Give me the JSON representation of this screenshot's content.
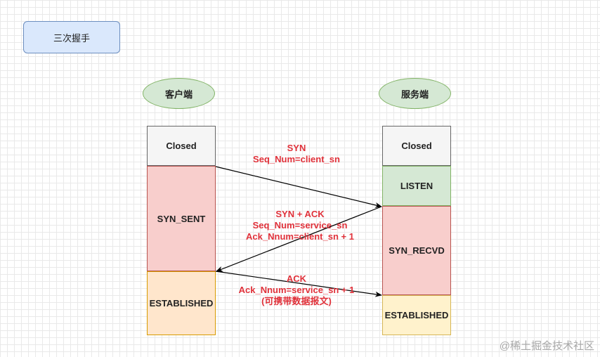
{
  "title": "三次握手",
  "client": {
    "label": "客户端",
    "states": [
      "Closed",
      "SYN_SENT",
      "ESTABLISHED"
    ]
  },
  "server": {
    "label": "服务端",
    "states": [
      "Closed",
      "LISTEN",
      "SYN_RECVD",
      "ESTABLISHED"
    ]
  },
  "messages": {
    "syn": [
      "SYN",
      "Seq_Num=client_sn"
    ],
    "synack": [
      "SYN + ACK",
      "Seq_Num=service_sn",
      "Ack_Nnum=client_sn + 1"
    ],
    "ack": [
      "ACK",
      "Ack_Nnum=service_sn + 1",
      "(可携带数据报文)"
    ]
  },
  "colors": {
    "message_text": "#e0313a",
    "title_fill": "#dae8fc",
    "green_fill": "#d5e8d4",
    "red_fill": "#f8cecc",
    "orange_fill": "#ffe6cc",
    "yellow_fill": "#fff2cc",
    "closed_fill": "#f5f5f5"
  },
  "watermark": "@稀土掘金技术社区"
}
